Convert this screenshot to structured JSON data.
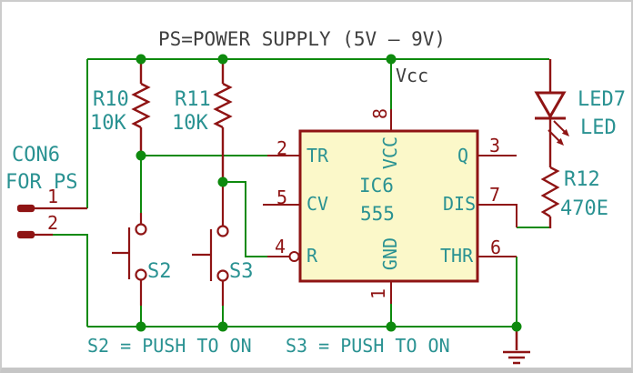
{
  "title": "PS=POWER SUPPLY (5V – 9V)",
  "power": {
    "vcc": "Vcc"
  },
  "connector": {
    "ref": "CON6",
    "note": "FOR PS",
    "pin1": "1",
    "pin2": "2"
  },
  "resistors": {
    "r10": {
      "ref": "R10",
      "value": "10K"
    },
    "r11": {
      "ref": "R11",
      "value": "10K"
    },
    "r12": {
      "ref": "R12",
      "value": "470E"
    }
  },
  "led": {
    "ref": "LED7",
    "value": "LED"
  },
  "ic": {
    "ref": "IC6",
    "value": "555",
    "pins": {
      "tr": {
        "num": "2",
        "name": "TR"
      },
      "cv": {
        "num": "5",
        "name": "CV"
      },
      "r": {
        "num": "4",
        "name": "R"
      },
      "vcc": {
        "num": "8",
        "name": "VCC"
      },
      "gnd": {
        "num": "1",
        "name": "GND"
      },
      "q": {
        "num": "3",
        "name": "Q"
      },
      "dis": {
        "num": "7",
        "name": "DIS"
      },
      "thr": {
        "num": "6",
        "name": "THR"
      }
    }
  },
  "switches": {
    "s2": {
      "ref": "S2",
      "caption": "S2 = PUSH TO ON"
    },
    "s3": {
      "ref": "S3",
      "caption": "S3 = PUSH TO ON"
    }
  },
  "colors": {
    "wire": "#0E8A0E",
    "component": "#8F1414",
    "label": "#2A9292",
    "ic_fill": "#FBF8C9",
    "text": "#3F3F3F"
  }
}
